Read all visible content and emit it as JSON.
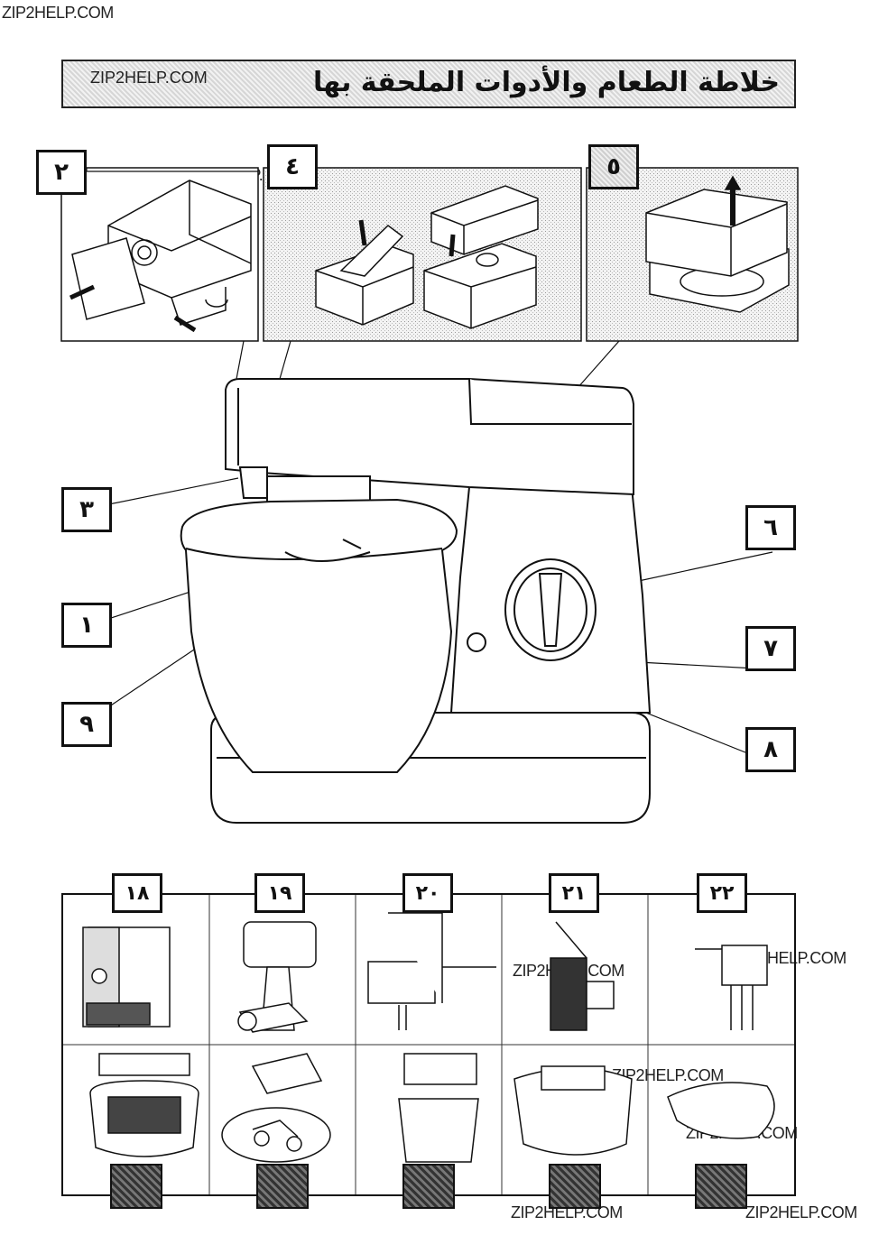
{
  "watermark": "ZIP2HELP.COM",
  "title": "خلاطة الطعام والأدوات الملحقة بها",
  "labels": {
    "l1": "١",
    "l2": "٢",
    "l3": "٣",
    "l4": "٤",
    "l5": "٥",
    "l6": "٦",
    "l7": "٧",
    "l8": "٨",
    "l9": "٩"
  },
  "accessories": [
    "١٨",
    "١٩",
    "٢٠",
    "٢١",
    "٢٢"
  ]
}
